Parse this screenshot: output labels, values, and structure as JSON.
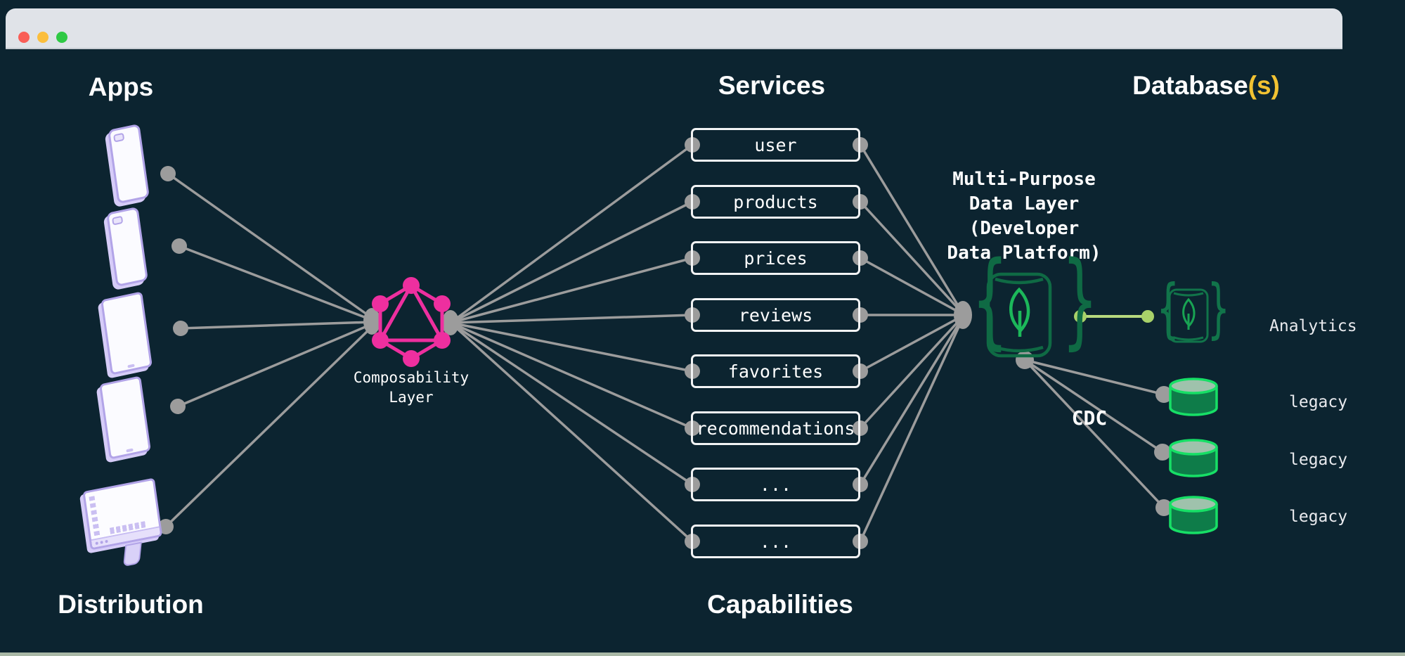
{
  "window": {
    "traffic_lights": [
      "close",
      "minimize",
      "zoom"
    ]
  },
  "apps_column": {
    "title": "Apps",
    "footer": "Distribution",
    "devices": [
      "phone",
      "phone",
      "tablet",
      "tablet",
      "desktop-monitor"
    ]
  },
  "composability": {
    "label": "Composability\nLayer",
    "icon": "graphql-logo"
  },
  "services_column": {
    "title": "Services",
    "footer": "Capabilities",
    "items": [
      "user",
      "products",
      "prices",
      "reviews",
      "favorites",
      "recommendations",
      "...",
      "..."
    ]
  },
  "databases_column": {
    "title": "Database",
    "title_suffix": "(s)",
    "data_layer_label": "Multi-Purpose\nData Layer\n(Developer\nData Platform)",
    "cdc_label": "CDC",
    "analytics_label": "Analytics",
    "legacy_labels": [
      "legacy",
      "legacy",
      "legacy"
    ]
  },
  "colors": {
    "background": "#0c2430",
    "titlebar": "#e0e3e8",
    "traffic_red": "#f95e57",
    "traffic_yellow": "#fbbe3c",
    "traffic_green": "#2fc944",
    "graphql_pink": "#ee2f9f",
    "mongo_dark_green": "#0f6a44",
    "mongo_leaf_green": "#1cb85a",
    "cylinder_border_green": "#17df66",
    "cylinder_fill_green": "#0e7c49",
    "analytics_link_green": "#b7d97e",
    "connector_gray": "#9c9c9c",
    "accent_yellow": "#f1c232",
    "device_lavender": "#b2a4e8"
  }
}
